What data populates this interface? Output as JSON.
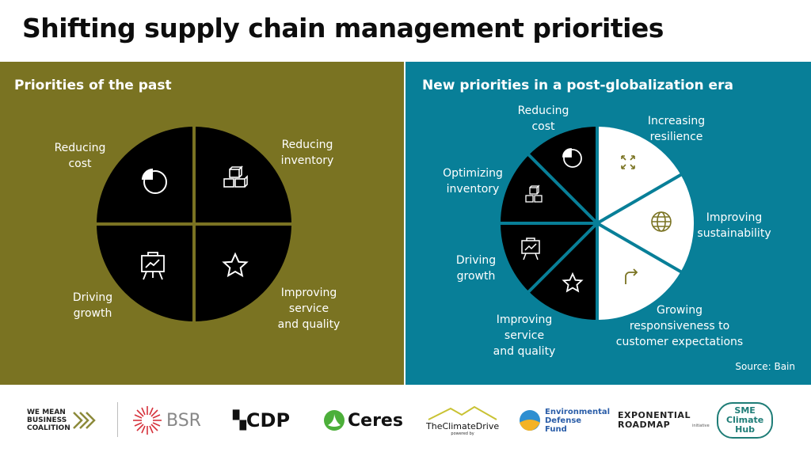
{
  "title": "Shifting supply chain management priorities",
  "left_panel": {
    "heading": "Priorities of the past",
    "segments": [
      {
        "label": "Reducing\ncost",
        "icon": "pie-chart-icon"
      },
      {
        "label": "Reducing\ninventory",
        "icon": "boxes-icon"
      },
      {
        "label": "Improving\nservice\nand quality",
        "icon": "star-icon"
      },
      {
        "label": "Driving\ngrowth",
        "icon": "presentation-board-icon"
      }
    ]
  },
  "right_panel": {
    "heading": "New priorities in a post-globalization era",
    "old_segments": [
      {
        "label": "Reducing\ncost",
        "icon": "pie-chart-icon"
      },
      {
        "label": "Optimizing\ninventory",
        "icon": "boxes-icon"
      },
      {
        "label": "Driving\ngrowth",
        "icon": "presentation-board-icon"
      },
      {
        "label": "Improving\nservice\nand quality",
        "icon": "star-icon"
      }
    ],
    "new_segments": [
      {
        "label": "Increasing\nresilience",
        "icon": "arrows-icon"
      },
      {
        "label": "Improving\nsustainability",
        "icon": "globe-icon"
      },
      {
        "label": "Growing\nresponsiveness to\ncustomer expectations",
        "icon": "return-arrow-icon"
      }
    ],
    "source": "Source: Bain"
  },
  "colors": {
    "left_bg": "#7a7322",
    "right_bg": "#087f98",
    "segment_dark": "#000000",
    "segment_light": "#ffffff",
    "accent_icon": "#7a7322"
  },
  "logos": [
    {
      "name": "we-mean-business-coalition",
      "text": "WE MEAN\nBUSINESS\nCOALITION"
    },
    {
      "name": "bsr",
      "text": "BSR"
    },
    {
      "name": "cdp",
      "text": "CDP"
    },
    {
      "name": "ceres",
      "text": "Ceres"
    },
    {
      "name": "the-climate-drive",
      "text": "TheClimateDrive",
      "sub": "powered by"
    },
    {
      "name": "environmental-defense-fund",
      "text": "Environmental\nDefense\nFund"
    },
    {
      "name": "exponential-roadmap",
      "text": "EXPONENTIAL\nROADMAP",
      "sub": "initiative"
    },
    {
      "name": "sme-climate-hub",
      "text": "SME\nClimate\nHub"
    }
  ]
}
